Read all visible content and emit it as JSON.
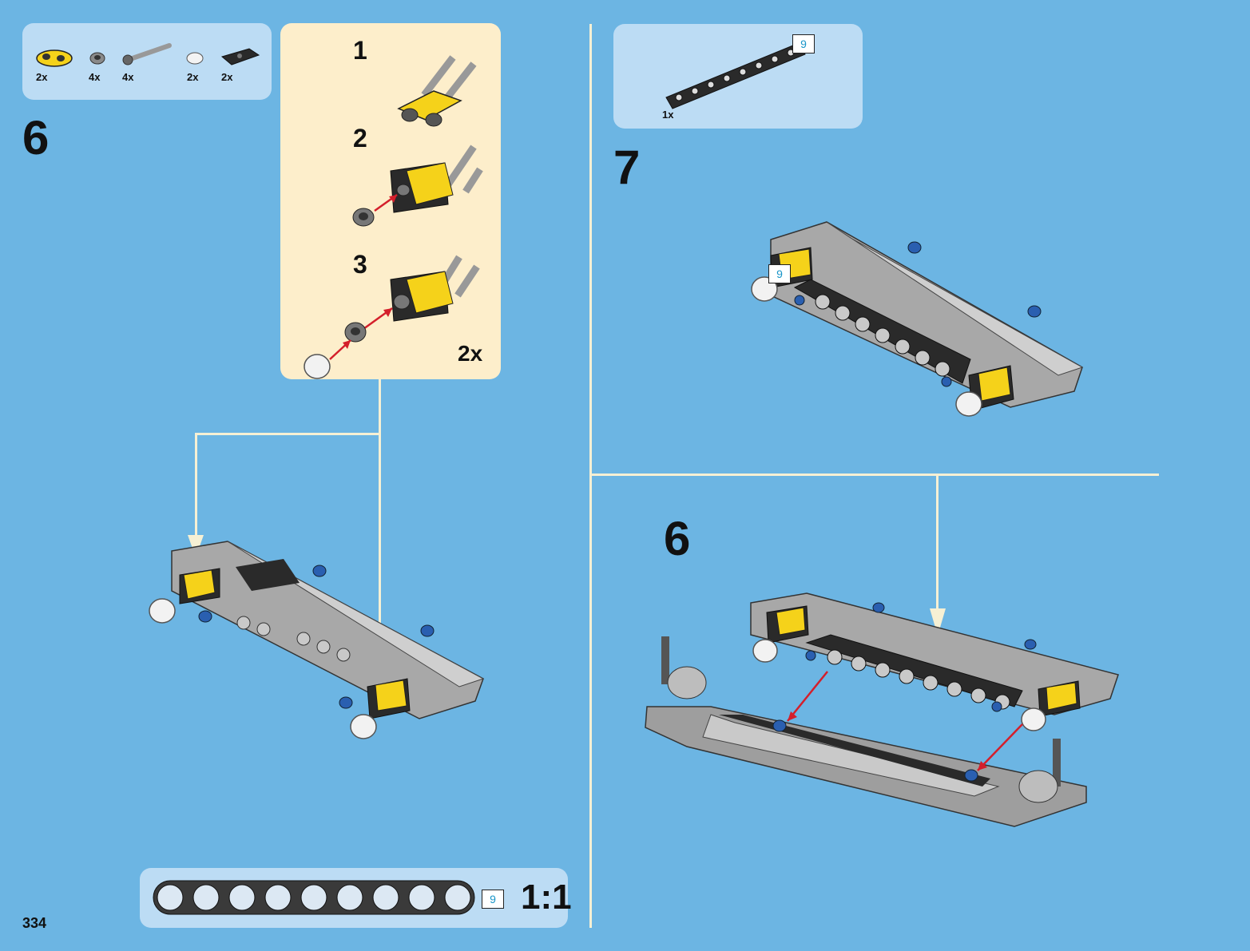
{
  "left_step": {
    "number": "6",
    "parts": [
      {
        "qty": "2x",
        "icon": "yellow-connector-icon"
      },
      {
        "qty": "4x",
        "icon": "bush-icon"
      },
      {
        "qty": "4x",
        "icon": "axle-pin-icon"
      },
      {
        "qty": "2x",
        "icon": "white-cap-icon"
      },
      {
        "qty": "2x",
        "icon": "black-plate-icon"
      }
    ],
    "substeps": [
      "1",
      "2",
      "3"
    ],
    "sub_multiplier": "2x"
  },
  "right_top_step": {
    "number": "7",
    "parts": [
      {
        "qty": "1x",
        "icon": "liftarm-9-icon"
      }
    ],
    "length_badge": "9",
    "model_badge": "9"
  },
  "right_bottom_step": {
    "number": "6"
  },
  "scale_ruler": {
    "badge": "9",
    "label": "1:1",
    "holes": 9
  },
  "page_number": "334",
  "colors": {
    "background": "#6cb5e3",
    "callout": "#fdeecb",
    "parts_box": "#bcdcf4",
    "yellow": "#f5d21a",
    "arrow": "#d41f2b",
    "badge_text": "#1895c8"
  }
}
